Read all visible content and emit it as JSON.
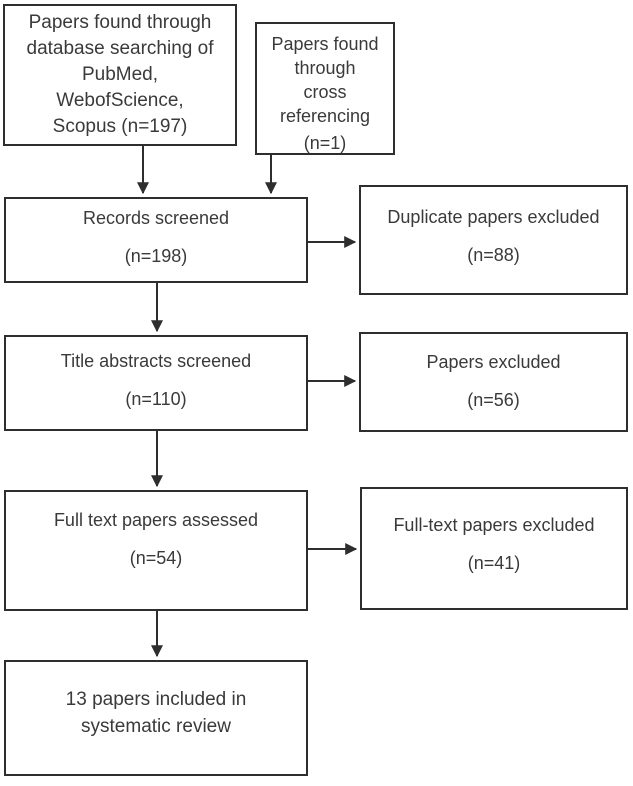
{
  "boxes": {
    "found_database": {
      "lines": [
        "Papers found through",
        "database searching of",
        "PubMed,",
        "WebofScience,",
        "Scopus (n=197)"
      ]
    },
    "cross_referencing": {
      "lines": [
        "Papers found",
        "through",
        "cross",
        "referencing"
      ],
      "count": "(n=1)"
    },
    "records_screened": {
      "label": "Records screened",
      "count": "(n=198)"
    },
    "duplicates_excluded": {
      "label": "Duplicate papers excluded",
      "count": "(n=88)"
    },
    "title_abstracts_screened": {
      "label": "Title abstracts screened",
      "count": "(n=110)"
    },
    "papers_excluded": {
      "label": "Papers excluded",
      "count": "(n=56)"
    },
    "fulltext_assessed": {
      "label": "Full text papers assessed",
      "count": "(n=54)"
    },
    "fulltext_excluded": {
      "label": "Full-text papers excluded",
      "count": "(n=41)"
    },
    "included": {
      "lines": [
        "13 papers included in",
        "systematic review"
      ]
    }
  },
  "arrows": [
    {
      "from": "found_database",
      "to": "records_screened",
      "direction": "down"
    },
    {
      "from": "cross_referencing",
      "to": "records_screened",
      "direction": "down"
    },
    {
      "from": "records_screened",
      "to": "duplicates_excluded",
      "direction": "right"
    },
    {
      "from": "records_screened",
      "to": "title_abstracts_screened",
      "direction": "down"
    },
    {
      "from": "title_abstracts_screened",
      "to": "papers_excluded",
      "direction": "right"
    },
    {
      "from": "title_abstracts_screened",
      "to": "fulltext_assessed",
      "direction": "down"
    },
    {
      "from": "fulltext_assessed",
      "to": "fulltext_excluded",
      "direction": "right"
    },
    {
      "from": "fulltext_assessed",
      "to": "included",
      "direction": "down"
    }
  ],
  "colors": {
    "line": "#2e2e2e",
    "text": "#3a3a3a",
    "background": "#ffffff"
  }
}
